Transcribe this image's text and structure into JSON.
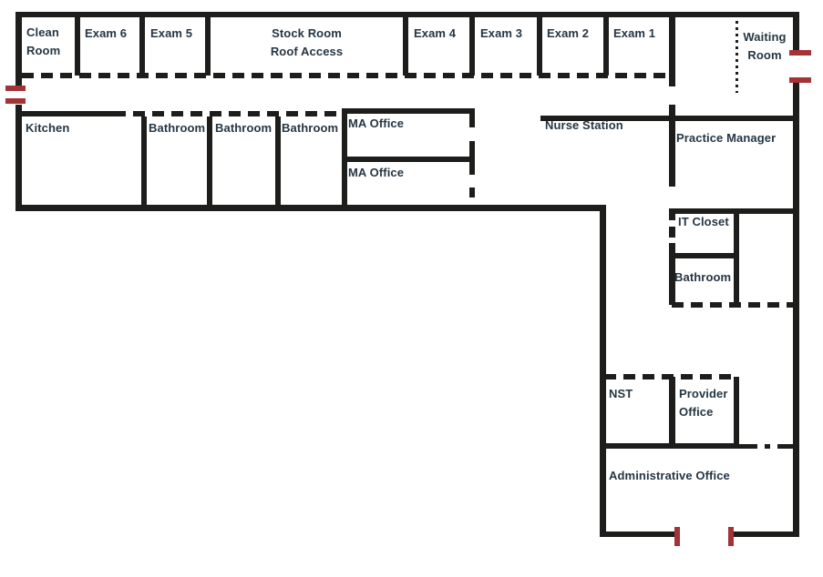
{
  "colors": {
    "wall": "#1d1d1b",
    "label": "#263644",
    "door_marker": "#a43338",
    "background": "#ffffff"
  },
  "rooms": {
    "clean_room": "Clean Room",
    "exam_6": "Exam 6",
    "exam_5": "Exam 5",
    "stock_room": {
      "line1": "Stock Room",
      "line2": "Roof Access"
    },
    "exam_4": "Exam 4",
    "exam_3": "Exam 3",
    "exam_2": "Exam 2",
    "exam_1": "Exam 1",
    "waiting_room": "Waiting Room",
    "kitchen": "Kitchen",
    "bathroom_1": "Bathroom",
    "bathroom_2": "Bathroom",
    "bathroom_3": "Bathroom",
    "ma_office_1": "MA Office",
    "ma_office_2": "MA Office",
    "nurse_station": "Nurse Station",
    "practice_manager": "Practice Manager",
    "it_closet": "IT Closet",
    "bathroom_4": "Bathroom",
    "nst": "NST",
    "provider_office": "Provider Office",
    "administrative_office": "Administrative Office"
  }
}
